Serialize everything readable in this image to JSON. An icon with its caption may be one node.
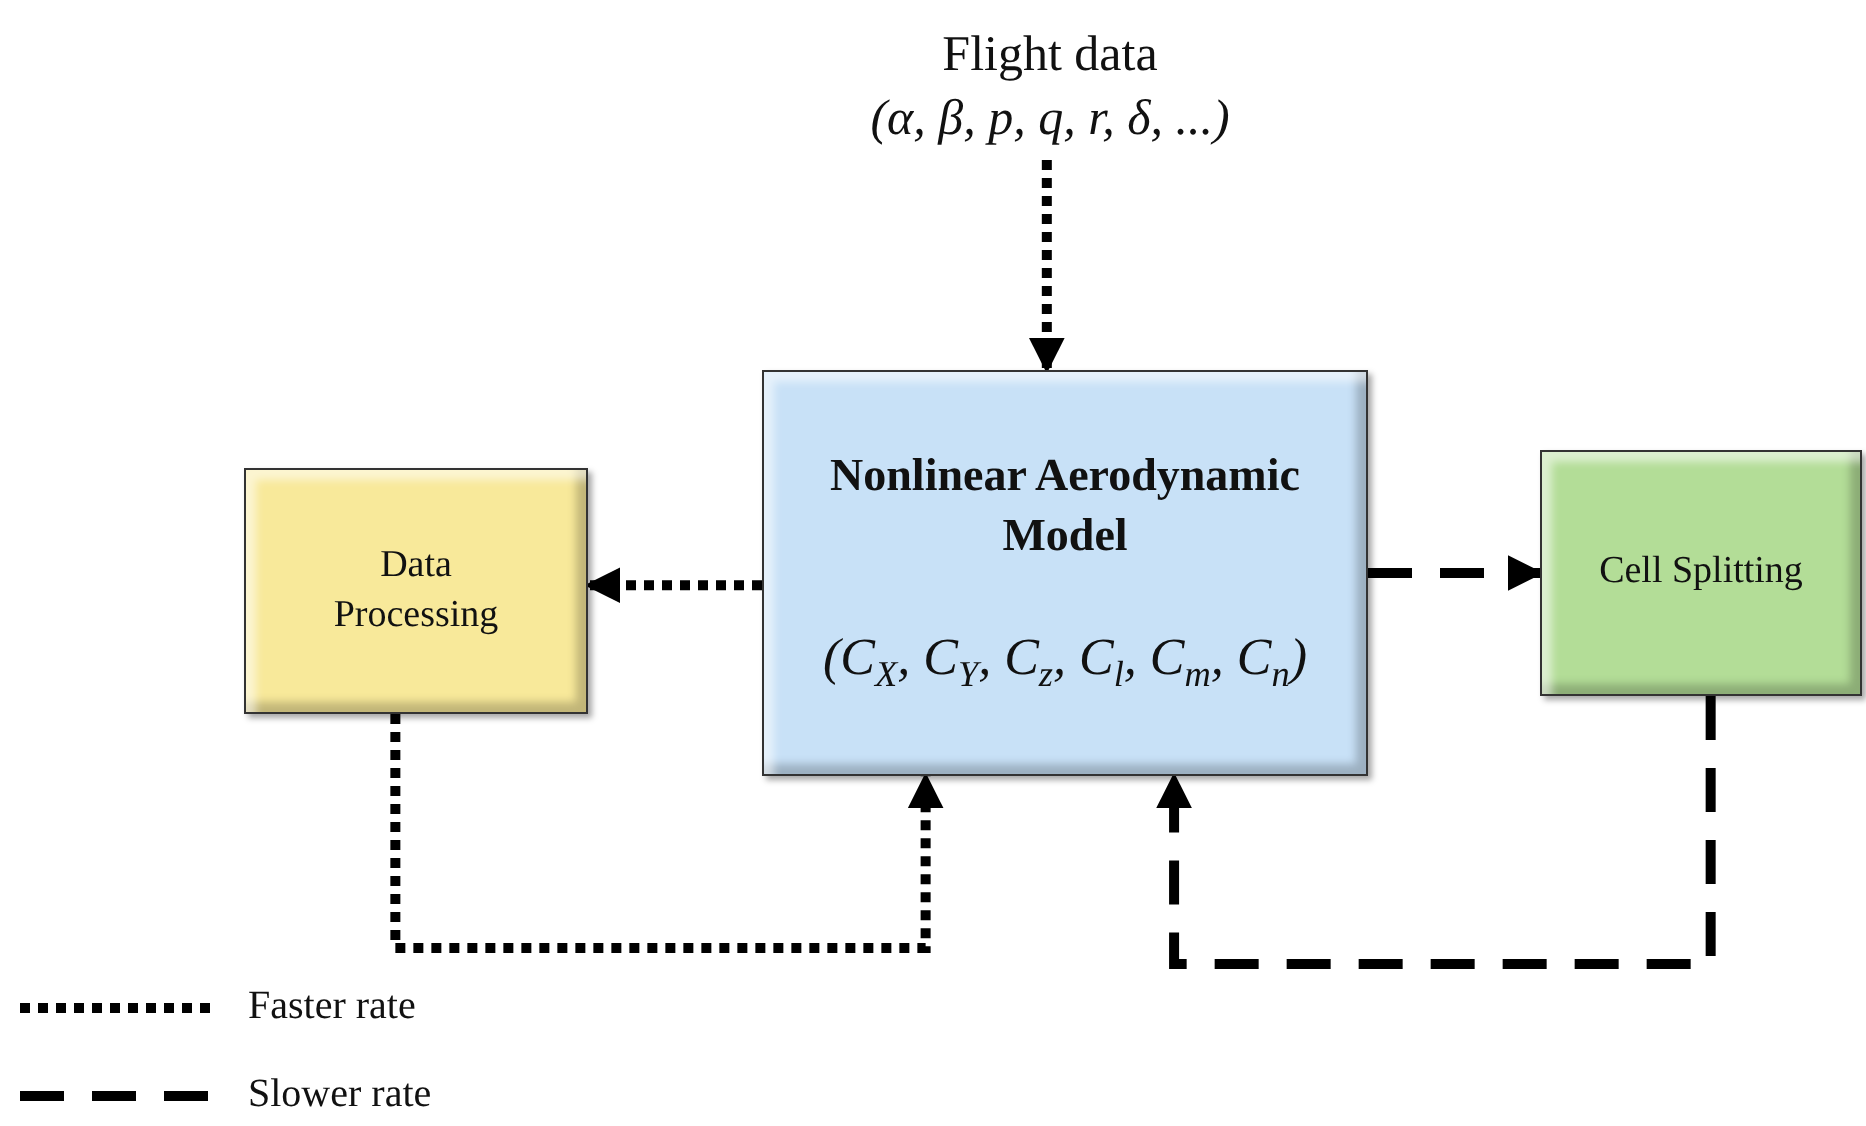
{
  "diagram": {
    "nodes": [
      {
        "text": [
          "Flight data",
          "(α, β, p, q, r, δ, ...)"
        ]
      },
      {
        "text": [
          "Data Processing"
        ]
      },
      {
        "text": [
          "Nonlinear Aerodynamic Model",
          "(C$_{X}$, C$_{Y}$, C$_{z}$, C$_{l}$, C$_{m}$, C$_{n}$)"
        ]
      },
      {
        "text": [
          "Cell Splitting"
        ]
      }
    ],
    "edges": [
      {
        "from": 0,
        "to": 2,
        "arrow": "to"
      },
      {
        "from": 2,
        "to": 1,
        "arrow": "to"
      },
      {
        "from": 1,
        "to": 2,
        "arrow": "to"
      },
      {
        "from": 2,
        "to": 3,
        "arrow": "to",
        "style": "dashed"
      },
      {
        "from": 3,
        "to": 2,
        "arrow": "to",
        "style": "dashed"
      }
    ],
    "legend": [
      {
        "text": "Faster rate"
      },
      {
        "text": "Slower rate"
      }
    ]
  }
}
